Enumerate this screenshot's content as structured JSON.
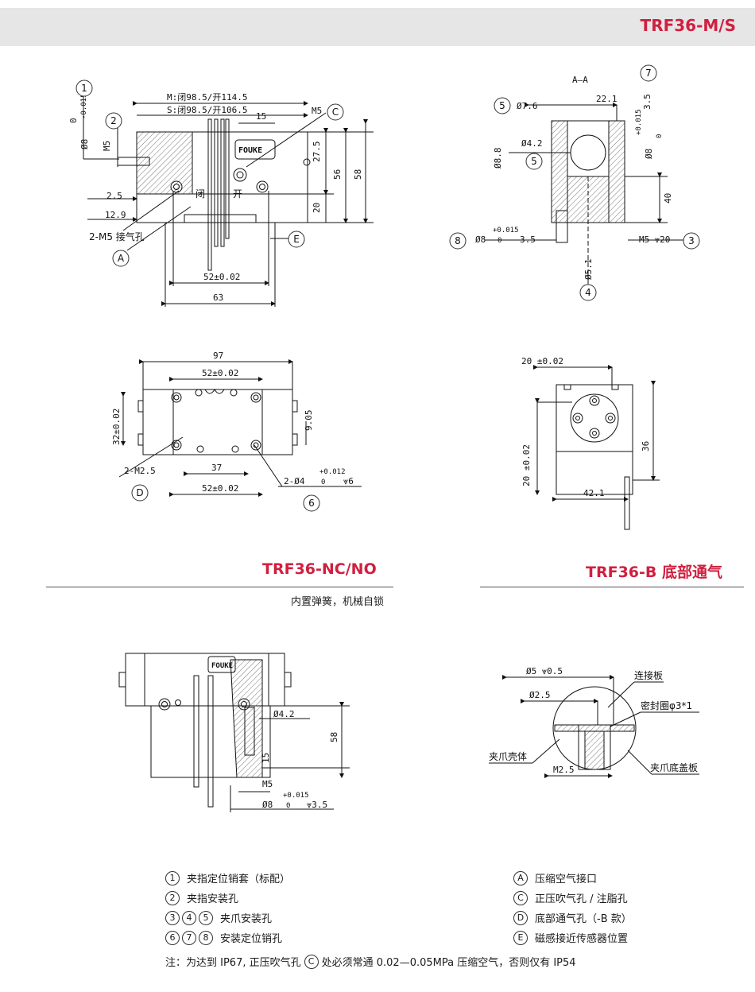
{
  "header": {
    "title": "TRF36-M/S"
  },
  "sections": {
    "nc_no": {
      "title": "TRF36-NC/NO",
      "subtitle": "内置弹簧，机械自锁"
    },
    "b": {
      "title": "TRF36-B 底部通气"
    }
  },
  "drawing1": {
    "dim_m": "M:闭98.5/开114.5",
    "dim_s": "S:闭98.5/开106.5",
    "d15": "15",
    "m5": "M5",
    "dia8": "Ø8",
    "tol_top": "0",
    "tol_bot": "-0.015",
    "d2_5": "2.5",
    "d12_9": "12.9",
    "d27_5": "27.5",
    "d56": "56",
    "d58": "58",
    "d20": "20",
    "air": "2-M5 接气孔",
    "close": "闭",
    "open": "开",
    "d52": "52±0.02",
    "d63": "63",
    "logo": "FOUKE"
  },
  "drawing2": {
    "aa": "A—A",
    "d76": "Ø7.6",
    "d221": "22.1",
    "d88": "Ø8.8",
    "d42": "Ø4.2",
    "d8": "Ø8",
    "tol": "+0.015",
    "tol0": "0",
    "d35": "3.5",
    "d40": "40",
    "d51": "Ø5.1",
    "m5_20": "M5 ⩔20"
  },
  "drawing3": {
    "d97": "97",
    "d52a": "52±0.02",
    "d32": "32±0.02",
    "d905": "9.05",
    "d37": "37",
    "d52b": "52±0.02",
    "m25": "2-M2.5",
    "pin": "2-Ø4",
    "tol": "+0.012",
    "tol0": "0",
    "depth": "⩔6"
  },
  "drawing4": {
    "d20": "20 ±0.02",
    "d20v": "20 ±0.02",
    "d36": "36",
    "d421": "42.1"
  },
  "drawing5": {
    "logo": "FOUKE",
    "d42": "Ø4.2",
    "d58": "58",
    "d15": "15",
    "m5": "M5",
    "d8": "Ø8",
    "tol": "+0.015",
    "tol0": "0",
    "d35": "⩔3.5"
  },
  "drawing6": {
    "d5": "Ø5 ⩔0.5",
    "d25": "Ø2.5",
    "plate": "连接板",
    "seal": "密封圈φ3*1",
    "shell": "夹爪壳体",
    "m25": "M2.5",
    "cover": "夹爪底盖板"
  },
  "callouts": [
    "1",
    "2",
    "3",
    "4",
    "5",
    "6",
    "7",
    "8",
    "A",
    "C",
    "D",
    "E"
  ],
  "legend_left": [
    {
      "marks": [
        "1"
      ],
      "text": "夹指定位销套（标配）"
    },
    {
      "marks": [
        "2"
      ],
      "text": "夹指安装孔"
    },
    {
      "marks": [
        "3",
        "4",
        "5"
      ],
      "text": "夹爪安装孔"
    },
    {
      "marks": [
        "6",
        "7",
        "8"
      ],
      "text": "安装定位销孔"
    }
  ],
  "legend_right": [
    {
      "marks": [
        "A"
      ],
      "text": "压缩空气接口"
    },
    {
      "marks": [
        "C"
      ],
      "text": "正压吹气孔 / 注脂孔"
    },
    {
      "marks": [
        "D"
      ],
      "text": "底部通气孔（-B 款）"
    },
    {
      "marks": [
        "E"
      ],
      "text": "磁感接近传感器位置"
    }
  ],
  "note": {
    "prefix": "注：为达到 IP67, 正压吹气孔",
    "mark": "C",
    "suffix": "处必须常通 0.02—0.05MPa 压缩空气，否则仅有 IP54"
  },
  "colors": {
    "accent": "#d11f3f",
    "header_bg": "#e6e6e6",
    "line": "#111111",
    "hatch": "#555555"
  }
}
